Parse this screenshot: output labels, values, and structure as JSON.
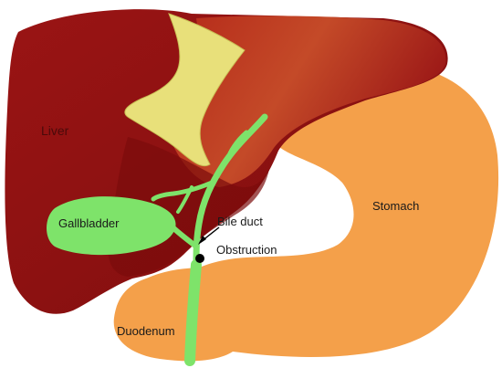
{
  "labels": {
    "liver": "Liver",
    "stomach": "Stomach",
    "gallbladder": "Gallbladder",
    "bile_duct": "Bile duct",
    "obstruction": "Obstruction",
    "duodenum": "Duodenum"
  },
  "colors": {
    "liver_dark": "#8e1212",
    "liver_mid": "#a11c1c",
    "liver_highlight": "#c64a2a",
    "falciform_ligament": "#e8e07a",
    "stomach": "#f4a04a",
    "bile_duct": "#7ee36a",
    "obstruction": "#000000"
  }
}
